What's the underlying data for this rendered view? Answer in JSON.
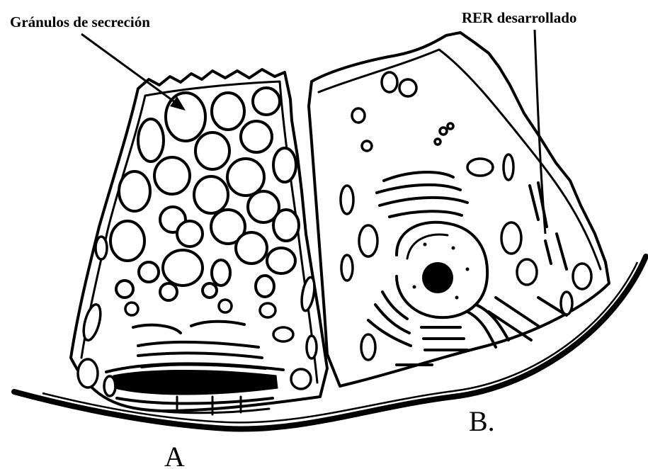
{
  "labels": {
    "granules": "Gránulos de secreción",
    "rer": "RER desarrollado",
    "cell_a": "A",
    "cell_b": "B."
  },
  "colors": {
    "ink": "#000000",
    "paper": "#ffffff"
  }
}
